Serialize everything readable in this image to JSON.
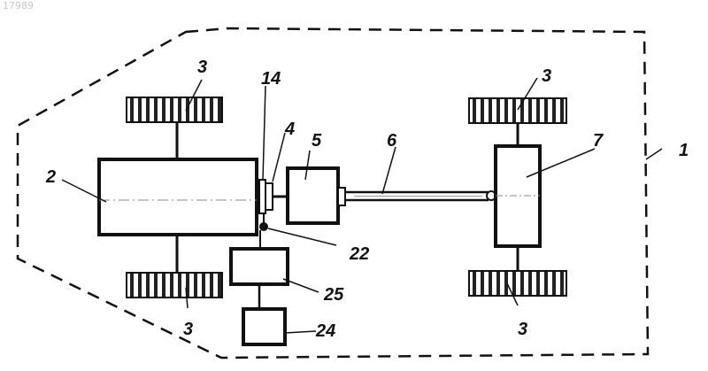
{
  "image_id_text": "17989",
  "labels": {
    "l1": "1",
    "l2": "2",
    "l3_top_left": "3",
    "l3_top_right": "3",
    "l3_bottom_left": "3",
    "l3_bottom_right": "3",
    "l4": "4",
    "l5": "5",
    "l6": "6",
    "l7": "7",
    "l14": "14",
    "l22": "22",
    "l24": "24",
    "l25": "25"
  },
  "colors": {
    "ink": "#111111",
    "background": "#ffffff"
  }
}
